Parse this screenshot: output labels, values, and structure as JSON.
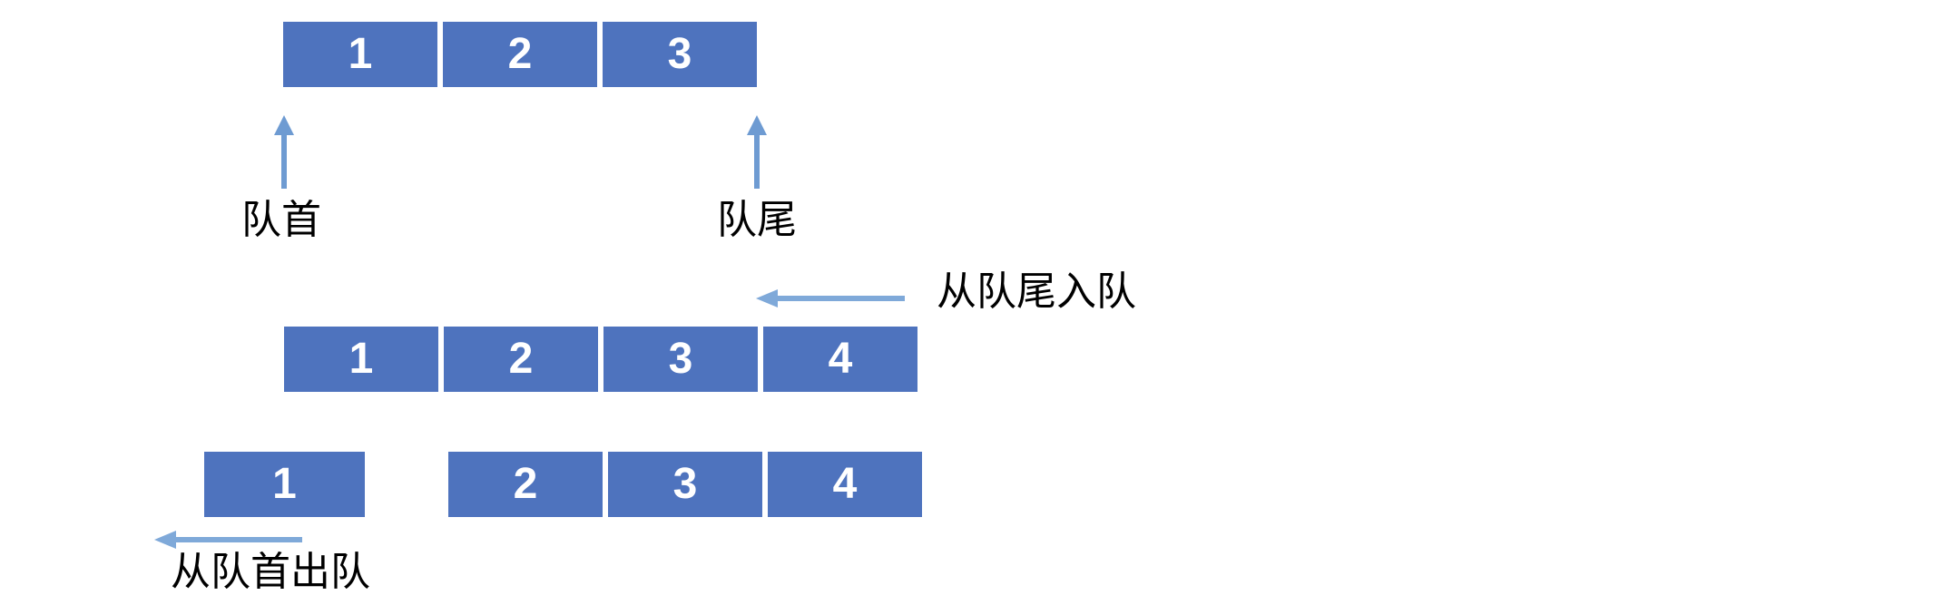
{
  "colors": {
    "box_fill": "#4E73BE",
    "box_text": "#FFFFFF",
    "vertical_arrow": "#6E9BD2",
    "horizontal_arrow": "#7FA9D9",
    "label_text": "#000000",
    "background": "#FFFFFF"
  },
  "labels": {
    "front": "队首",
    "rear": "队尾",
    "enqueue": "从队尾入队",
    "dequeue": "从队首出队"
  },
  "queues": {
    "initial": {
      "cells": [
        "1",
        "2",
        "3"
      ]
    },
    "after_enqueue": {
      "cells": [
        "1",
        "2",
        "3",
        "4"
      ]
    },
    "dequeued_item": "1",
    "after_dequeue": {
      "cells": [
        "2",
        "3",
        "4"
      ]
    }
  }
}
